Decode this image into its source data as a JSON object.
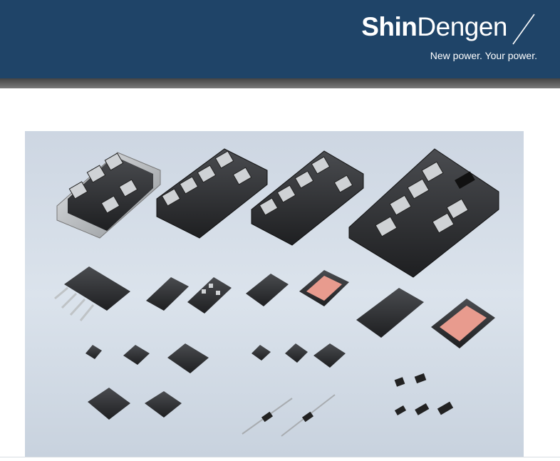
{
  "header": {
    "logo_bold": "Shin",
    "logo_light": "Dengen",
    "tagline": "New power. Your power."
  },
  "image": {
    "icon": "product-lineup-image"
  },
  "colors": {
    "header_bg": "#1f4468",
    "header_bar": "#5a5a5a",
    "photo_bg": "#d4dce6",
    "component_dark": "#2b2c2e",
    "heatsink_pad": "#e89b8e"
  }
}
